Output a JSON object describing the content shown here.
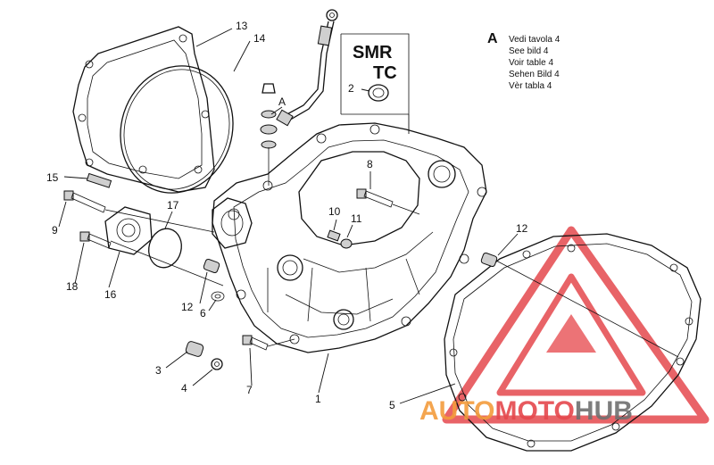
{
  "colors": {
    "line": "#111111",
    "watermark_red": "#e5484d",
    "watermark_orange": "#f39c3c",
    "watermark_gray": "#707070"
  },
  "callouts": {
    "c1": "1",
    "c2": "2",
    "c3": "3",
    "c4": "4",
    "c5": "5",
    "c6": "6",
    "c7": "7",
    "c8": "8",
    "c9": "9",
    "c10": "10",
    "c11": "11",
    "c12a": "12",
    "c12b": "12",
    "c13": "13",
    "c14": "14",
    "c15": "15",
    "c16": "16",
    "c17": "17",
    "c18": "18",
    "cA": "A"
  },
  "variant_box": {
    "line1": "SMR",
    "line2": "TC"
  },
  "reference_note": {
    "letter": "A",
    "lines": [
      "Vedi tavola 4",
      "See bild 4",
      "Voir table 4",
      "Sehen Bild 4",
      "Vèr tabla 4"
    ]
  },
  "watermark": {
    "part1": "AUTO",
    "part2": "MOTO",
    "part3": "HUB"
  }
}
